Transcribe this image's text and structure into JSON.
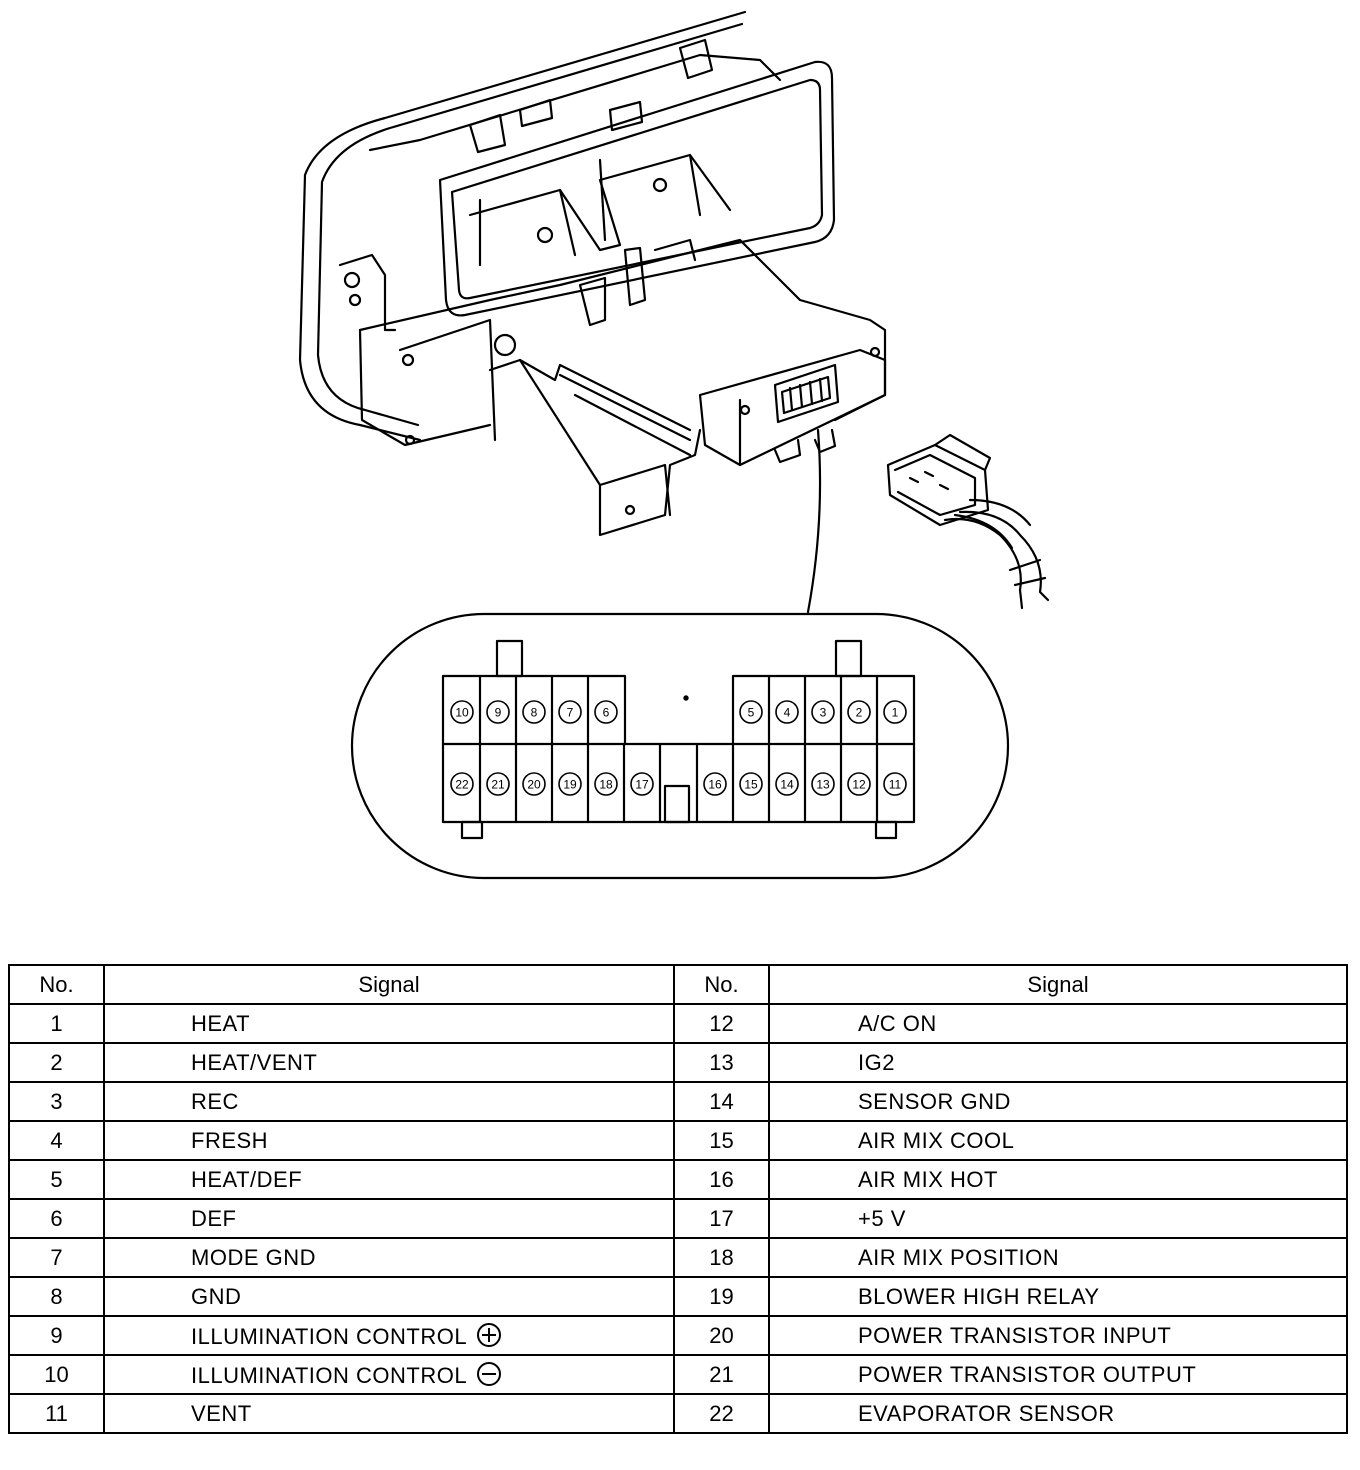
{
  "connector": {
    "pins_top_left": [
      "10",
      "9",
      "8",
      "7",
      "6"
    ],
    "pins_top_right": [
      "5",
      "4",
      "3",
      "2",
      "1"
    ],
    "pins_bottom_left": [
      "22",
      "21",
      "20",
      "19",
      "18",
      "17"
    ],
    "pins_bottom_right": [
      "16",
      "15",
      "14",
      "13",
      "12",
      "11"
    ]
  },
  "table": {
    "headers": {
      "no": "No.",
      "signal": "Signal"
    },
    "rows": [
      {
        "no_l": "1",
        "sig_l": "HEAT",
        "no_r": "12",
        "sig_r": "A/C ON"
      },
      {
        "no_l": "2",
        "sig_l": "HEAT/VENT",
        "no_r": "13",
        "sig_r": "IG2"
      },
      {
        "no_l": "3",
        "sig_l": "REC",
        "no_r": "14",
        "sig_r": "SENSOR GND"
      },
      {
        "no_l": "4",
        "sig_l": "FRESH",
        "no_r": "15",
        "sig_r": "AIR MIX COOL"
      },
      {
        "no_l": "5",
        "sig_l": "HEAT/DEF",
        "no_r": "16",
        "sig_r": "AIR MIX HOT"
      },
      {
        "no_l": "6",
        "sig_l": "DEF",
        "no_r": "17",
        "sig_r": "+5 V"
      },
      {
        "no_l": "7",
        "sig_l": "MODE GND",
        "no_r": "18",
        "sig_r": "AIR MIX POSITION"
      },
      {
        "no_l": "8",
        "sig_l": "GND",
        "no_r": "19",
        "sig_r": "BLOWER HIGH RELAY"
      },
      {
        "no_l": "9",
        "sig_l": "ILLUMINATION CONTROL",
        "sym_l": "plus",
        "no_r": "20",
        "sig_r": "POWER TRANSISTOR INPUT"
      },
      {
        "no_l": "10",
        "sig_l": "ILLUMINATION CONTROL",
        "sym_l": "minus",
        "no_r": "21",
        "sig_r": "POWER TRANSISTOR OUTPUT"
      },
      {
        "no_l": "11",
        "sig_l": "VENT",
        "no_r": "22",
        "sig_r": "EVAPORATOR SENSOR"
      }
    ]
  }
}
